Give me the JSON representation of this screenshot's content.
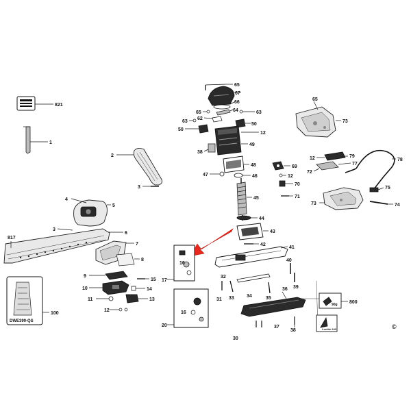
{
  "labels": {
    "l65a": "65",
    "l67": "67",
    "l66": "66",
    "l65b": "65",
    "l64": "64",
    "l63a": "63",
    "l63b": "63",
    "l62": "62",
    "l50a": "50",
    "l50b": "50",
    "l12a": "12",
    "l38": "38",
    "l49": "49",
    "l48": "48",
    "l47": "47",
    "l46": "46",
    "l45": "45",
    "l44": "44",
    "l43": "43",
    "l42": "42",
    "l41": "41",
    "l821": "821",
    "l1": "1",
    "l2": "2",
    "l3a": "3",
    "l4": "4",
    "l5": "5",
    "l3b": "3",
    "l6": "6",
    "l817": "817",
    "l7": "7",
    "l8": "8",
    "l9": "9",
    "l10": "10",
    "l11": "11",
    "l12b": "12",
    "l13": "13",
    "l14": "14",
    "l15": "15",
    "l100": "100",
    "l16a": "16",
    "l17": "17",
    "l16b": "16",
    "l20": "20",
    "l65c": "65",
    "l73a": "73",
    "l79": "79",
    "l12c": "12",
    "l77": "77",
    "l72": "72",
    "l78": "78",
    "l75": "75",
    "l69": "69",
    "l12d": "12",
    "l70": "70",
    "l71": "71",
    "l73b": "73",
    "l74": "74",
    "l40": "40",
    "l39": "39",
    "l32": "32",
    "l31": "31",
    "l33": "33",
    "l34": "34",
    "l35": "35",
    "l36": "36",
    "l37": "37",
    "l38b": "38",
    "l800": "800",
    "l30": "30"
  },
  "kit_label": "DWE399-QS",
  "grease_label": "90g",
  "loctite_label": "Loctite 243",
  "copyright": "©"
}
